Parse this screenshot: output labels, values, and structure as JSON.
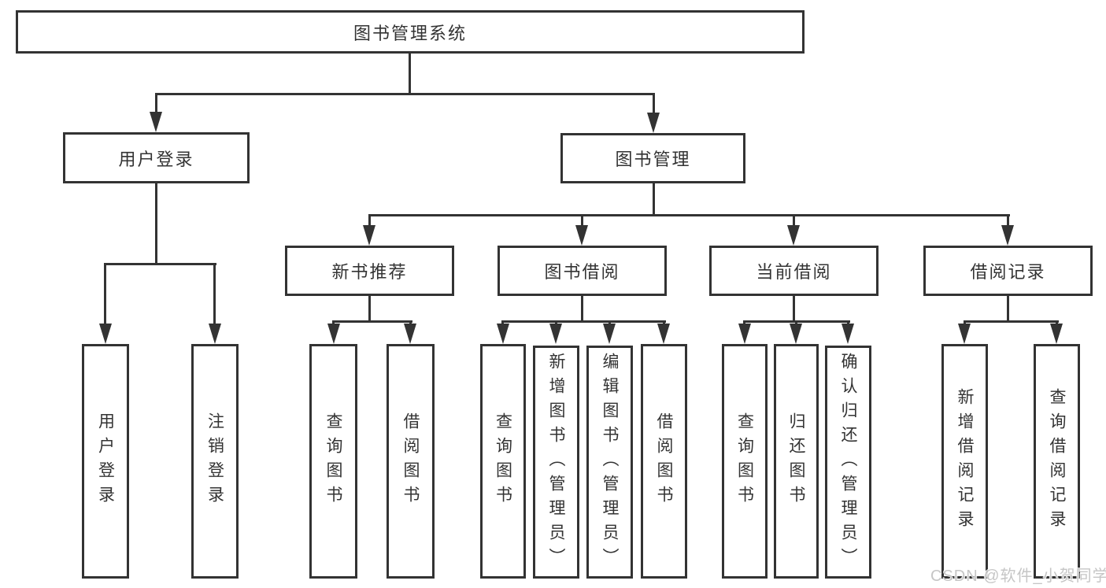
{
  "title": "图书管理系统",
  "tree": {
    "label": "图书管理系统",
    "children": [
      {
        "label": "用户登录",
        "children": [
          {
            "label": "用户登录"
          },
          {
            "label": "注销登录"
          }
        ]
      },
      {
        "label": "图书管理",
        "children": [
          {
            "label": "新书推荐",
            "children": [
              {
                "label": "查询图书"
              },
              {
                "label": "借阅图书"
              }
            ]
          },
          {
            "label": "图书借阅",
            "children": [
              {
                "label": "查询图书"
              },
              {
                "label": "新增图书（管理员）"
              },
              {
                "label": "编辑图书（管理员）"
              },
              {
                "label": "借阅图书"
              }
            ]
          },
          {
            "label": "当前借阅",
            "children": [
              {
                "label": "查询图书"
              },
              {
                "label": "归还图书"
              },
              {
                "label": "确认归还（管理员）"
              }
            ]
          },
          {
            "label": "借阅记录",
            "children": [
              {
                "label": "新增借阅记录"
              },
              {
                "label": "查询借阅记录"
              }
            ]
          }
        ]
      }
    ]
  },
  "watermark": {
    "text": "CSDN @软件_小贺同学"
  },
  "colors": {
    "line": "#333333",
    "text": "#333333",
    "background": "#ffffff",
    "watermark": "#c6c6c6"
  }
}
